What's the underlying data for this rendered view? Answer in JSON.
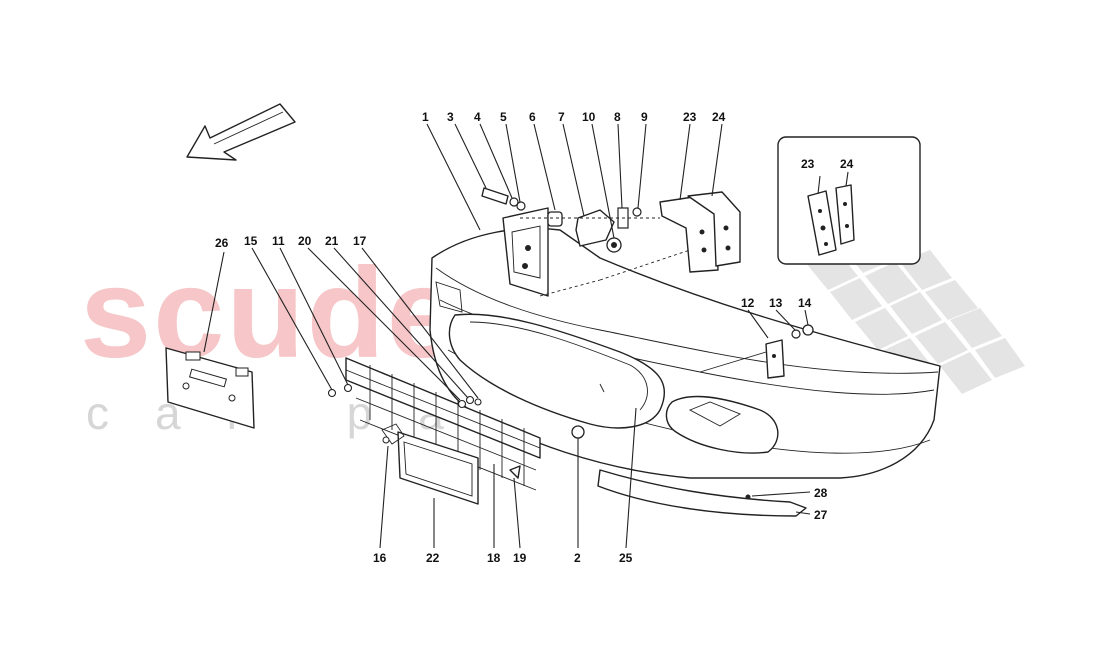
{
  "watermark": {
    "brand": "scuderia",
    "sub": "car parts",
    "brand_color": "#f6c6c8",
    "sub_color": "#d6d6d6"
  },
  "callouts": {
    "c1": "1",
    "c2": "2",
    "c3": "3",
    "c4": "4",
    "c5": "5",
    "c6": "6",
    "c7": "7",
    "c8": "8",
    "c9": "9",
    "c10": "10",
    "c11": "11",
    "c12": "12",
    "c13": "13",
    "c14": "14",
    "c15": "15",
    "c16": "16",
    "c17": "17",
    "c18": "18",
    "c19": "19",
    "c20": "20",
    "c21": "21",
    "c22": "22",
    "c23": "23",
    "c24": "24",
    "c25": "25",
    "c26": "26",
    "c27": "27",
    "c28": "28",
    "inset23": "23",
    "inset24": "24"
  },
  "icons": {
    "direction": "arrow-down-left-icon"
  }
}
